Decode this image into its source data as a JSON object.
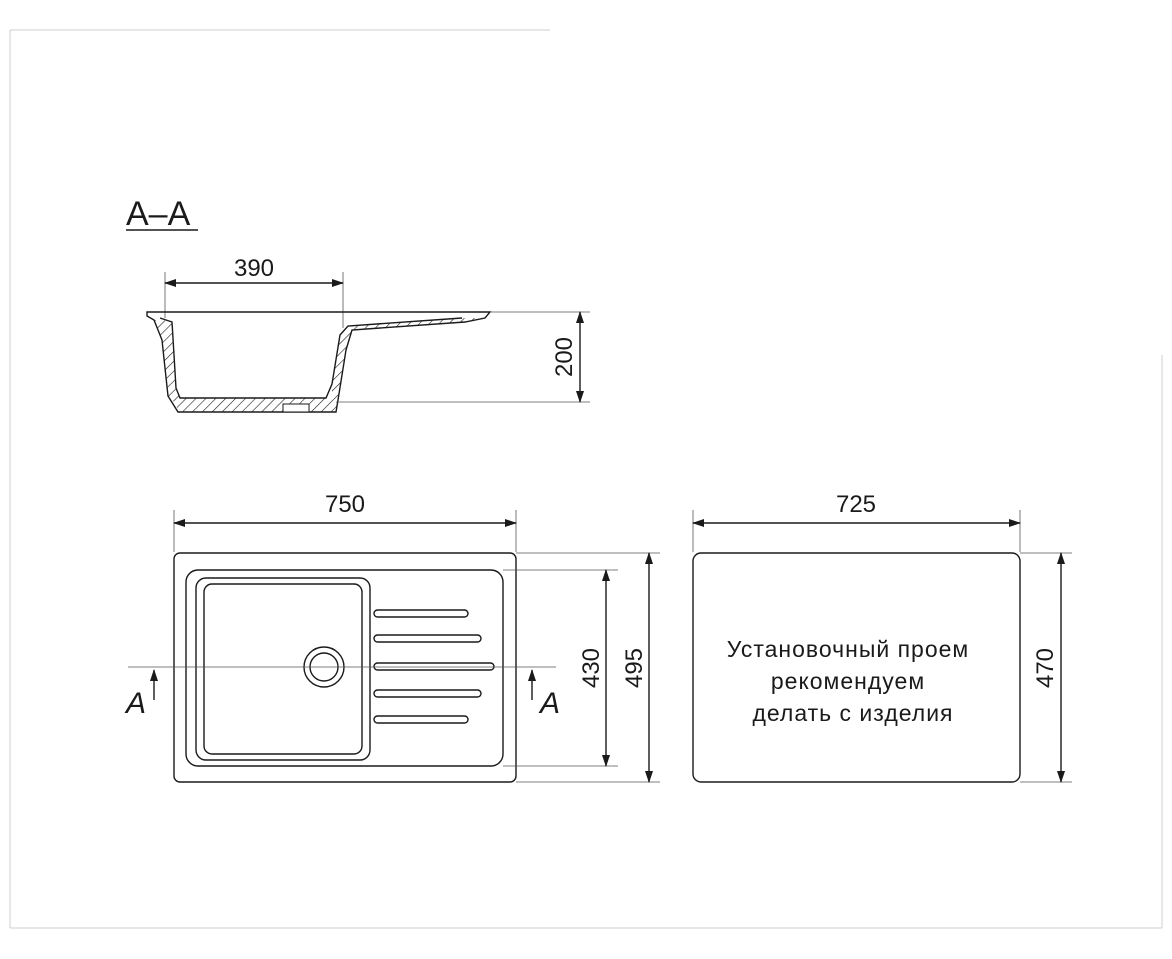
{
  "section": {
    "title": "A–A",
    "width_label": "390",
    "height_label": "200"
  },
  "plan": {
    "width_label": "750",
    "inner_depth_label": "430",
    "outer_depth_label": "495",
    "cut_marker_left": "A",
    "cut_marker_right": "A"
  },
  "cutout": {
    "width_label": "725",
    "height_label": "470",
    "note_lines": [
      "Установочный проем",
      "рекомендуем",
      "делать с изделия"
    ]
  },
  "colors": {
    "line": "#1a1a1a",
    "frame": "#cfcfcf",
    "background": "#ffffff"
  }
}
